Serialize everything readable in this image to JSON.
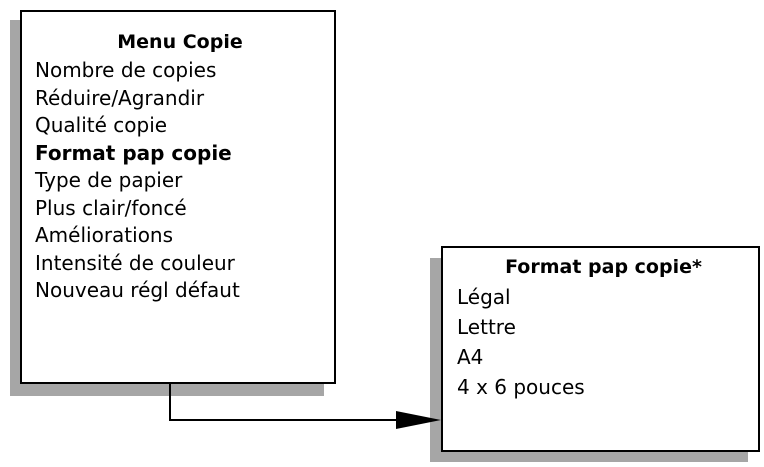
{
  "copy_menu": {
    "title": "Menu Copie",
    "items": [
      {
        "label": "Nombre de copies",
        "highlighted": false
      },
      {
        "label": "Réduire/Agrandir",
        "highlighted": false
      },
      {
        "label": "Qualité copie",
        "highlighted": false
      },
      {
        "label": "Format pap copie",
        "highlighted": true
      },
      {
        "label": "Type de papier",
        "highlighted": false
      },
      {
        "label": "Plus clair/foncé",
        "highlighted": false
      },
      {
        "label": "Améliorations",
        "highlighted": false
      },
      {
        "label": "Intensité de couleur",
        "highlighted": false
      },
      {
        "label": "Nouveau régl défaut",
        "highlighted": false
      }
    ]
  },
  "paper_size_menu": {
    "title": "Format pap copie*",
    "items": [
      {
        "label": "Légal"
      },
      {
        "label": "Lettre"
      },
      {
        "label": "A4"
      },
      {
        "label": "4 x 6 pouces"
      }
    ]
  },
  "colors": {
    "shadow": "#a6a6a6",
    "border": "#000000",
    "background": "#ffffff"
  }
}
